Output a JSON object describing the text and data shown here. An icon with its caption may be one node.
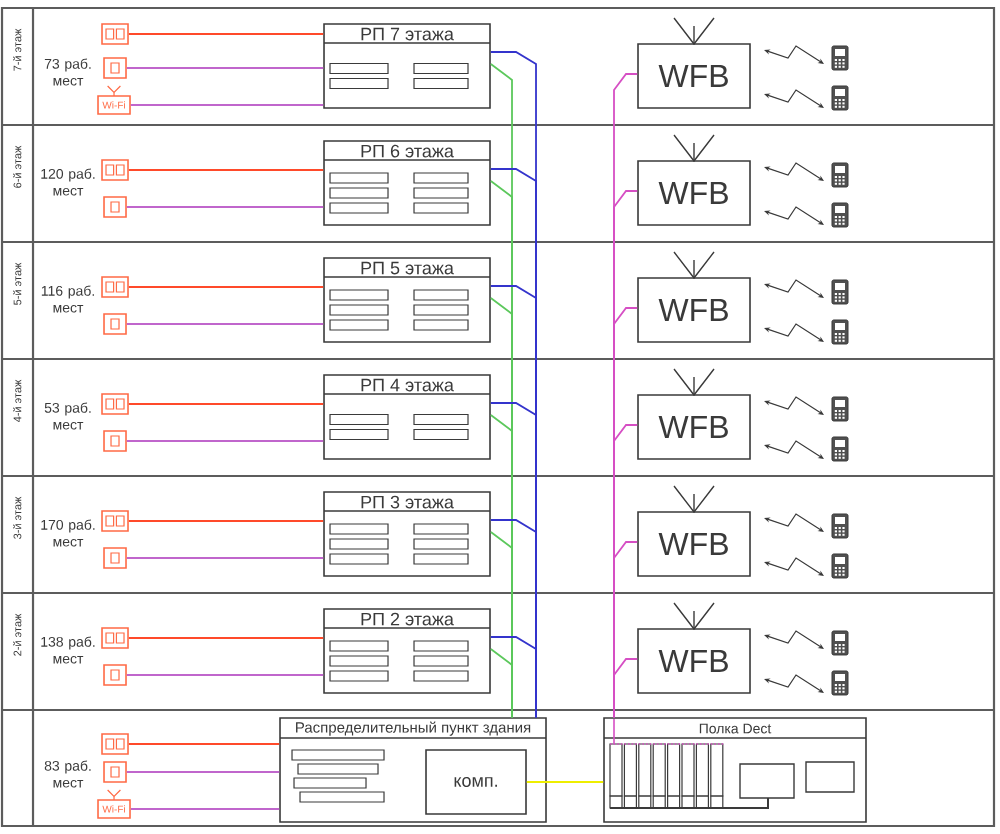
{
  "diagram": {
    "nodes": [
      {
        "text": [],
        "shape": "box"
      },
      {
        "text": [],
        "shape": "box"
      },
      {
        "text": [
          "Wi-Fi"
        ]
      },
      {
        "text": [
          "РП 7 этажа"
        ]
      },
      {
        "text": [],
        "shape": "box",
        "in": 3
      },
      {
        "text": [],
        "shape": "box",
        "in": 3
      },
      {
        "text": [],
        "shape": "box",
        "in": 3
      },
      {
        "text": [],
        "shape": "box",
        "in": 3
      },
      {
        "text": [
          "WFB"
        ]
      },
      {
        "text": [],
        "shape": "box"
      },
      {
        "text": [],
        "shape": "box"
      },
      {
        "text": [
          "РП 6 этажа"
        ]
      },
      {
        "text": [],
        "shape": "box",
        "in": 11
      },
      {
        "text": [],
        "shape": "box",
        "in": 11
      },
      {
        "text": [],
        "shape": "box",
        "in": 11
      },
      {
        "text": [],
        "shape": "box",
        "in": 11
      },
      {
        "text": [],
        "shape": "box",
        "in": 11
      },
      {
        "text": [],
        "shape": "box",
        "in": 11
      },
      {
        "text": [
          "WFB"
        ]
      },
      {
        "text": [],
        "shape": "box"
      },
      {
        "text": [],
        "shape": "box"
      },
      {
        "text": [
          "РП 5 этажа"
        ]
      },
      {
        "text": [],
        "shape": "box",
        "in": 21
      },
      {
        "text": [],
        "shape": "box",
        "in": 21
      },
      {
        "text": [],
        "shape": "box",
        "in": 21
      },
      {
        "text": [],
        "shape": "box",
        "in": 21
      },
      {
        "text": [],
        "shape": "box",
        "in": 21
      },
      {
        "text": [],
        "shape": "box",
        "in": 21
      },
      {
        "text": [
          "WFB"
        ]
      },
      {
        "text": [],
        "shape": "box"
      },
      {
        "text": [],
        "shape": "box"
      },
      {
        "text": [
          "РП 4 этажа"
        ]
      },
      {
        "text": [],
        "shape": "box",
        "in": 31
      },
      {
        "text": [],
        "shape": "box",
        "in": 31
      },
      {
        "text": [],
        "shape": "box",
        "in": 31
      },
      {
        "text": [],
        "shape": "box",
        "in": 31
      },
      {
        "text": [
          "WFB"
        ]
      },
      {
        "text": [],
        "shape": "box"
      },
      {
        "text": [],
        "shape": "box"
      },
      {
        "text": [
          "РП 3 этажа"
        ]
      },
      {
        "text": [],
        "shape": "box",
        "in": 39
      },
      {
        "text": [],
        "shape": "box",
        "in": 39
      },
      {
        "text": [],
        "shape": "box",
        "in": 39
      },
      {
        "text": [],
        "shape": "box",
        "in": 39
      },
      {
        "text": [],
        "shape": "box",
        "in": 39
      },
      {
        "text": [],
        "shape": "box",
        "in": 39
      },
      {
        "text": [
          "WFB"
        ]
      },
      {
        "text": [],
        "shape": "box"
      },
      {
        "text": [],
        "shape": "box"
      },
      {
        "text": [
          "РП 2 этажа"
        ]
      },
      {
        "text": [],
        "shape": "box",
        "in": 49
      },
      {
        "text": [],
        "shape": "box",
        "in": 49
      },
      {
        "text": [],
        "shape": "box",
        "in": 49
      },
      {
        "text": [],
        "shape": "box",
        "in": 49
      },
      {
        "text": [],
        "shape": "box",
        "in": 49
      },
      {
        "text": [],
        "shape": "box",
        "in": 49
      },
      {
        "text": [
          "WFB"
        ]
      },
      {
        "text": [],
        "shape": "box"
      },
      {
        "text": [],
        "shape": "box"
      },
      {
        "text": [
          "Wi-Fi"
        ]
      },
      {
        "text": [
          "Распределительный пункт здания"
        ]
      },
      {
        "text": [],
        "shape": "box",
        "in": 60
      },
      {
        "text": [],
        "shape": "box",
        "in": 60
      },
      {
        "text": [],
        "shape": "box",
        "in": 60
      },
      {
        "text": [],
        "shape": "box",
        "in": 60
      },
      {
        "text": [
          "комп."
        ],
        "in": 60
      },
      {
        "text": [
          "Полка Dect"
        ]
      }
    ],
    "edges": [
      {
        "from": 0,
        "to": 3,
        "arrow": "none",
        "color": "#ff4a2a"
      },
      {
        "from": 1,
        "to": 3,
        "arrow": "none"
      },
      {
        "from": 2,
        "to": 3,
        "arrow": "none"
      },
      {
        "from": 3,
        "to": 60,
        "arrow": "none",
        "color": "#3434cc"
      },
      {
        "from": 3,
        "to": 60,
        "arrow": "none",
        "color": "#5cc85c"
      },
      {
        "from": 8,
        "to": 66,
        "arrow": "none",
        "color": "#d64fc4"
      },
      {
        "from": 9,
        "to": 11,
        "arrow": "none",
        "color": "#ff4a2a"
      },
      {
        "from": 10,
        "to": 11,
        "arrow": "none"
      },
      {
        "from": 11,
        "to": 60,
        "arrow": "none",
        "color": "#3434cc"
      },
      {
        "from": 11,
        "to": 60,
        "arrow": "none",
        "color": "#5cc85c"
      },
      {
        "from": 18,
        "to": 66,
        "arrow": "none",
        "color": "#d64fc4"
      },
      {
        "from": 19,
        "to": 21,
        "arrow": "none",
        "color": "#ff4a2a"
      },
      {
        "from": 20,
        "to": 21,
        "arrow": "none"
      },
      {
        "from": 21,
        "to": 60,
        "arrow": "none",
        "color": "#3434cc"
      },
      {
        "from": 21,
        "to": 60,
        "arrow": "none",
        "color": "#5cc85c"
      },
      {
        "from": 28,
        "to": 66,
        "arrow": "none",
        "color": "#d64fc4"
      },
      {
        "from": 29,
        "to": 31,
        "arrow": "none",
        "color": "#ff4a2a"
      },
      {
        "from": 30,
        "to": 31,
        "arrow": "none"
      },
      {
        "from": 31,
        "to": 60,
        "arrow": "none",
        "color": "#3434cc"
      },
      {
        "from": 31,
        "to": 60,
        "arrow": "none",
        "color": "#5cc85c"
      },
      {
        "from": 36,
        "to": 66,
        "arrow": "none",
        "color": "#d64fc4"
      },
      {
        "from": 37,
        "to": 39,
        "arrow": "none",
        "color": "#ff4a2a"
      },
      {
        "from": 38,
        "to": 39,
        "arrow": "none"
      },
      {
        "from": 39,
        "to": 60,
        "arrow": "none",
        "color": "#3434cc"
      },
      {
        "from": 39,
        "to": 60,
        "arrow": "none",
        "color": "#5cc85c"
      },
      {
        "from": 46,
        "to": 66,
        "arrow": "none",
        "color": "#d64fc4"
      },
      {
        "from": 47,
        "to": 49,
        "arrow": "none",
        "color": "#ff4a2a"
      },
      {
        "from": 48,
        "to": 49,
        "arrow": "none"
      },
      {
        "from": 49,
        "to": 60,
        "arrow": "none",
        "color": "#3434cc"
      },
      {
        "from": 49,
        "to": 60,
        "arrow": "none",
        "color": "#5cc85c"
      },
      {
        "from": 56,
        "to": 66,
        "arrow": "none",
        "color": "#d64fc4"
      },
      {
        "from": 57,
        "to": 60,
        "arrow": "none",
        "color": "#ff4a2a"
      },
      {
        "from": 58,
        "to": 60,
        "arrow": "none"
      },
      {
        "from": 59,
        "to": 60,
        "arrow": "none"
      },
      {
        "from": 65,
        "to": 66,
        "arrow": "none",
        "color": "#eeee00"
      }
    ],
    "labels": [
      "7-й этаж",
      "73 раб. мест",
      "6-й этаж",
      "120 раб. мест",
      "5-й этаж",
      "116 раб. мест",
      "4-й этаж",
      "53 раб. мест",
      "3-й этаж",
      "170 раб. мест",
      "2-й этаж",
      "138 раб. мест",
      "83 раб. мест"
    ]
  }
}
